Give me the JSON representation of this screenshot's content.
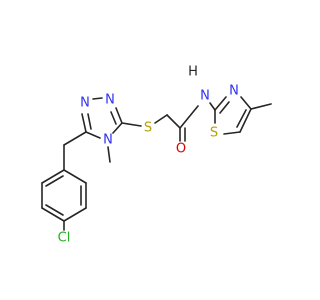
{
  "diagram": {
    "kind": "skeletal-structure",
    "colors": {
      "bond": "#262626",
      "N": "#3030f0",
      "S": "#b8a000",
      "O": "#e00000",
      "Cl": "#20b020"
    },
    "atoms": {
      "cl": "Cl",
      "n_tr1": "N",
      "n_tr2": "N",
      "n_tr3": "N",
      "s_link": "S",
      "o_carbonyl": "O",
      "nh_amide": "N",
      "h_amide": "H",
      "n_thz": "N",
      "s_thz": "S"
    }
  }
}
